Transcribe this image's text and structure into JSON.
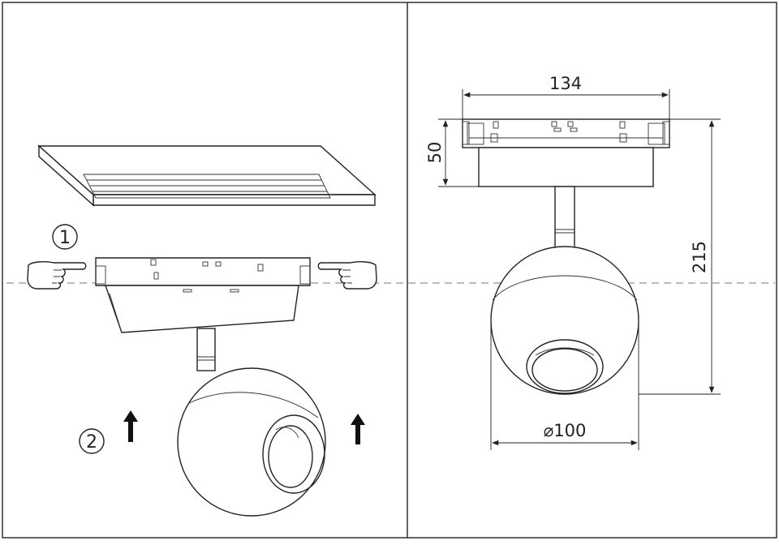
{
  "install": {
    "step1_label": "1",
    "step2_label": "2",
    "icons": [
      "hand-pointing-icon",
      "arrow-up-icon"
    ]
  },
  "dimensions": {
    "width_top": "134",
    "height_adapter": "50",
    "height_total": "215",
    "diameter": "⌀100"
  },
  "colors": {
    "line": "#222222",
    "background": "#ffffff",
    "dash": "#777777"
  }
}
